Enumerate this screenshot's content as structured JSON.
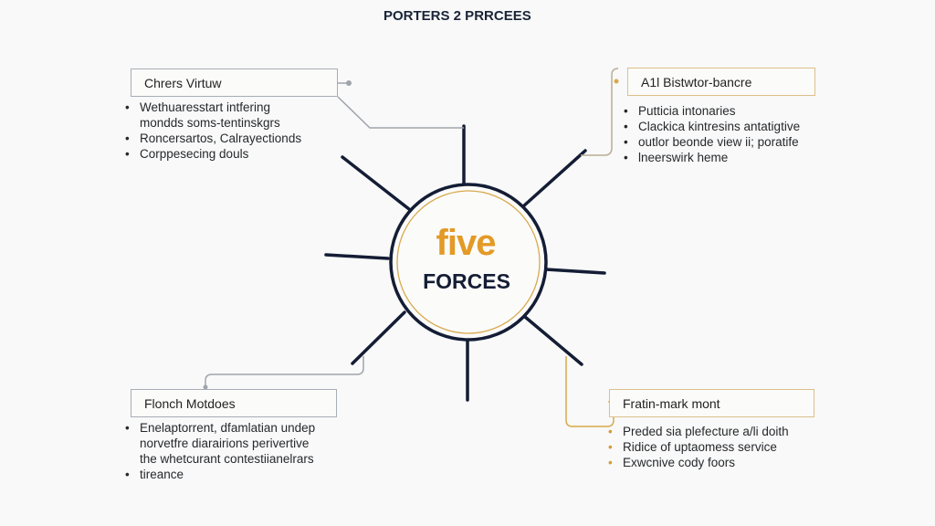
{
  "title": "PORTERS 2 PRRCEES",
  "center": {
    "line1": "five",
    "line2": "FORCES"
  },
  "colors": {
    "navy": "#141d35",
    "gold": "#e39a26",
    "gray": "#a8adb6"
  },
  "boxes": {
    "top_left": {
      "label": "Chrers Virtuw",
      "bullets": [
        "Wethuaresstart intfering",
        "mondds soms-tentinskgrs",
        "Roncersartos, Calrayectionds",
        "Corppesecing douls"
      ]
    },
    "top_right": {
      "label": "A1l Bistwtor-bancre",
      "bullets": [
        "Putticia intonaries",
        "Clackica kintresins antatigtive",
        "outlor beonde view ii; poratife",
        "lneerswirk heme"
      ]
    },
    "bottom_left": {
      "label": "Flonch Motdoes",
      "bullets": [
        "Enelaptorrent, dfamlatian undep",
        "norvetfre diarairions perivertive",
        "the whetcurant contestiianelrars",
        "tireance"
      ]
    },
    "bottom_right": {
      "label": "Fratin-mark mont",
      "bullets": [
        "Preded sia plefecture a/li doith",
        "Ridice of uptaomess service",
        "Exwcnive cody foors"
      ]
    }
  }
}
